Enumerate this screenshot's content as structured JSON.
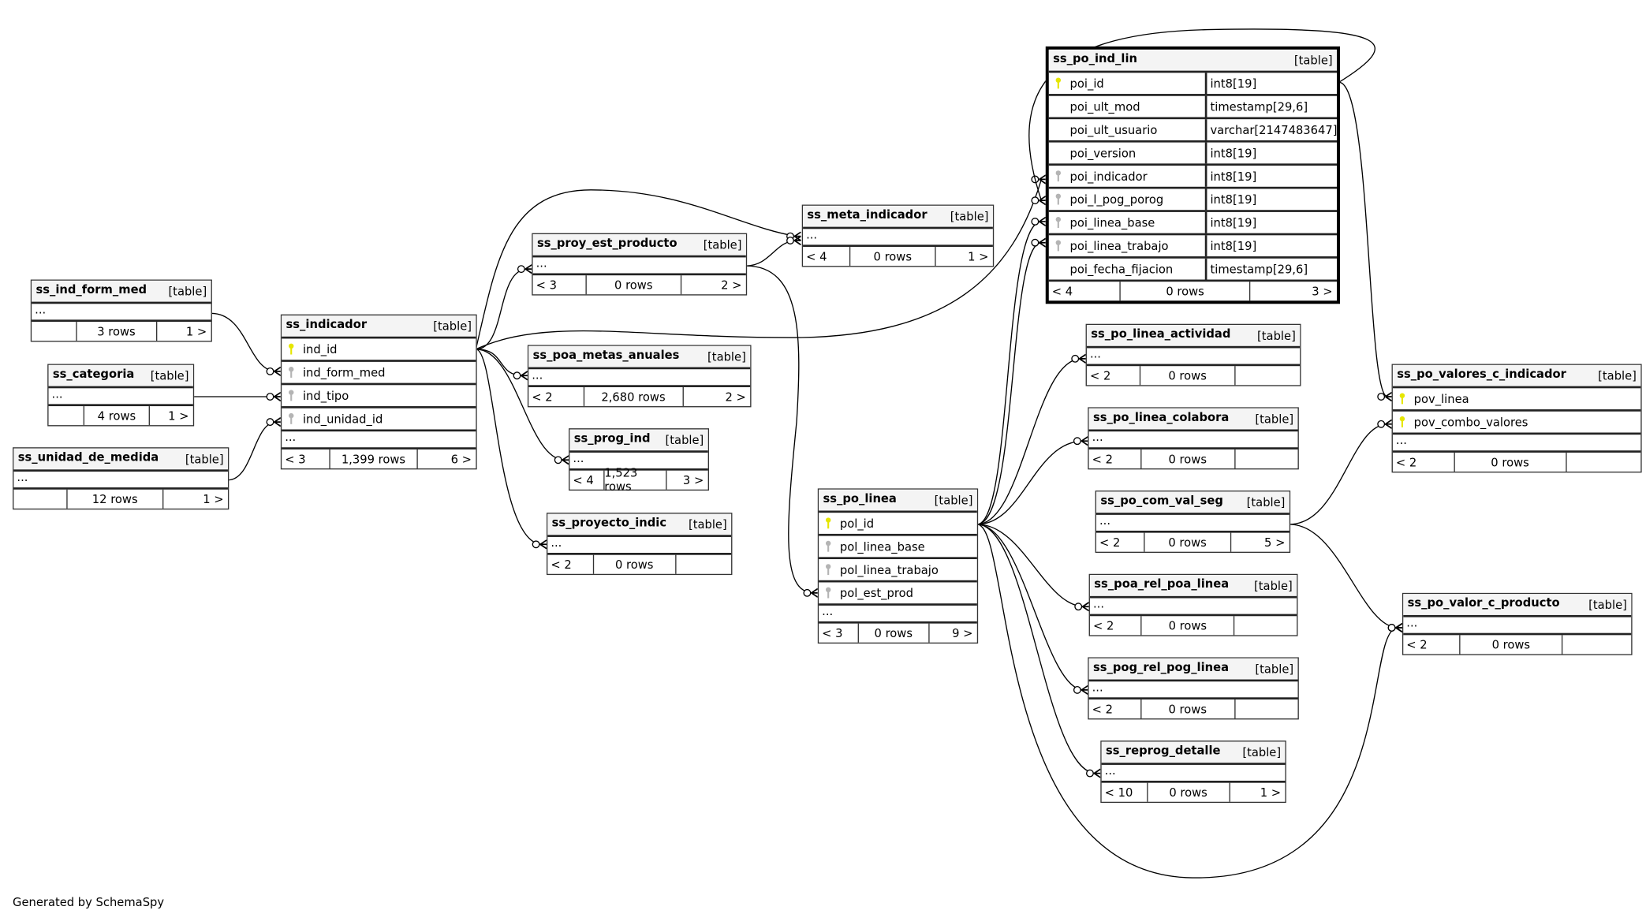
{
  "footer_text": "Generated by SchemaSpy",
  "colors": {
    "primary_key": "#e6e600",
    "foreign_key": "#b4b4b4",
    "header_bg": "#f4f4f4"
  },
  "tables": [
    {
      "name": "ss_ind_form_med",
      "label": "[table]",
      "columns": [],
      "more": "...",
      "footer": {
        "left": "",
        "rows": "3 rows",
        "right": "1 >"
      }
    },
    {
      "name": "ss_categoria",
      "label": "[table]",
      "columns": [],
      "more": "...",
      "footer": {
        "left": "",
        "rows": "4 rows",
        "right": "1 >"
      }
    },
    {
      "name": "ss_unidad_de_medida",
      "label": "[table]",
      "columns": [],
      "more": "...",
      "footer": {
        "left": "",
        "rows": "12 rows",
        "right": "1 >"
      }
    },
    {
      "name": "ss_indicador",
      "label": "[table]",
      "columns": [
        {
          "name": "ind_id",
          "key": "pk"
        },
        {
          "name": "ind_form_med",
          "key": "fk"
        },
        {
          "name": "ind_tipo",
          "key": "fk"
        },
        {
          "name": "ind_unidad_id",
          "key": "fk"
        }
      ],
      "more": "...",
      "footer": {
        "left": "< 3",
        "rows": "1,399 rows",
        "right": "6 >"
      }
    },
    {
      "name": "ss_proy_est_producto",
      "label": "[table]",
      "columns": [],
      "more": "...",
      "footer": {
        "left": "< 3",
        "rows": "0 rows",
        "right": "2 >"
      }
    },
    {
      "name": "ss_meta_indicador",
      "label": "[table]",
      "columns": [],
      "more": "...",
      "footer": {
        "left": "< 4",
        "rows": "0 rows",
        "right": "1 >"
      }
    },
    {
      "name": "ss_poa_metas_anuales",
      "label": "[table]",
      "columns": [],
      "more": "...",
      "footer": {
        "left": "< 2",
        "rows": "2,680 rows",
        "right": "2 >"
      }
    },
    {
      "name": "ss_prog_ind",
      "label": "[table]",
      "columns": [],
      "more": "...",
      "footer": {
        "left": "< 4",
        "rows": "1,523 rows",
        "right": "3 >"
      }
    },
    {
      "name": "ss_proyecto_indic",
      "label": "[table]",
      "columns": [],
      "more": "...",
      "footer": {
        "left": "< 2",
        "rows": "0 rows",
        "right": ""
      }
    },
    {
      "name": "ss_po_linea",
      "label": "[table]",
      "columns": [
        {
          "name": "pol_id",
          "key": "pk"
        },
        {
          "name": "pol_linea_base",
          "key": "fk"
        },
        {
          "name": "pol_linea_trabajo",
          "key": "fk"
        },
        {
          "name": "pol_est_prod",
          "key": "fk"
        }
      ],
      "more": "...",
      "footer": {
        "left": "< 3",
        "rows": "0 rows",
        "right": "9 >"
      }
    },
    {
      "name": "ss_po_ind_lin",
      "label": "[table]",
      "focus": true,
      "columns": [
        {
          "name": "poi_id",
          "type": "int8[19]",
          "key": "pk"
        },
        {
          "name": "poi_ult_mod",
          "type": "timestamp[29,6]",
          "key": ""
        },
        {
          "name": "poi_ult_usuario",
          "type": "varchar[2147483647]",
          "key": ""
        },
        {
          "name": "poi_version",
          "type": "int8[19]",
          "key": ""
        },
        {
          "name": "poi_indicador",
          "type": "int8[19]",
          "key": "fk"
        },
        {
          "name": "poi_l_pog_porog",
          "type": "int8[19]",
          "key": "fk"
        },
        {
          "name": "poi_linea_base",
          "type": "int8[19]",
          "key": "fk"
        },
        {
          "name": "poi_linea_trabajo",
          "type": "int8[19]",
          "key": "fk"
        },
        {
          "name": "poi_fecha_fijacion",
          "type": "timestamp[29,6]",
          "key": ""
        }
      ],
      "footer": {
        "left": "< 4",
        "rows": "0 rows",
        "right": "3 >"
      }
    },
    {
      "name": "ss_po_linea_actividad",
      "label": "[table]",
      "columns": [],
      "more": "...",
      "footer": {
        "left": "< 2",
        "rows": "0 rows",
        "right": ""
      }
    },
    {
      "name": "ss_po_linea_colabora",
      "label": "[table]",
      "columns": [],
      "more": "...",
      "footer": {
        "left": "< 2",
        "rows": "0 rows",
        "right": ""
      }
    },
    {
      "name": "ss_po_com_val_seg",
      "label": "[table]",
      "columns": [],
      "more": "...",
      "footer": {
        "left": "< 2",
        "rows": "0 rows",
        "right": "5 >"
      }
    },
    {
      "name": "ss_poa_rel_poa_linea",
      "label": "[table]",
      "columns": [],
      "more": "...",
      "footer": {
        "left": "< 2",
        "rows": "0 rows",
        "right": ""
      }
    },
    {
      "name": "ss_pog_rel_pog_linea",
      "label": "[table]",
      "columns": [],
      "more": "...",
      "footer": {
        "left": "< 2",
        "rows": "0 rows",
        "right": ""
      }
    },
    {
      "name": "ss_reprog_detalle",
      "label": "[table]",
      "columns": [],
      "more": "...",
      "footer": {
        "left": "< 10",
        "rows": "0 rows",
        "right": "1 >"
      }
    },
    {
      "name": "ss_po_valores_c_indicador",
      "label": "[table]",
      "columns": [
        {
          "name": "pov_linea",
          "key": "pk"
        },
        {
          "name": "pov_combo_valores",
          "key": "pk"
        }
      ],
      "more": "...",
      "footer": {
        "left": "< 2",
        "rows": "0 rows",
        "right": ""
      }
    },
    {
      "name": "ss_po_valor_c_producto",
      "label": "[table]",
      "columns": [],
      "more": "...",
      "footer": {
        "left": "< 2",
        "rows": "0 rows",
        "right": ""
      }
    }
  ]
}
